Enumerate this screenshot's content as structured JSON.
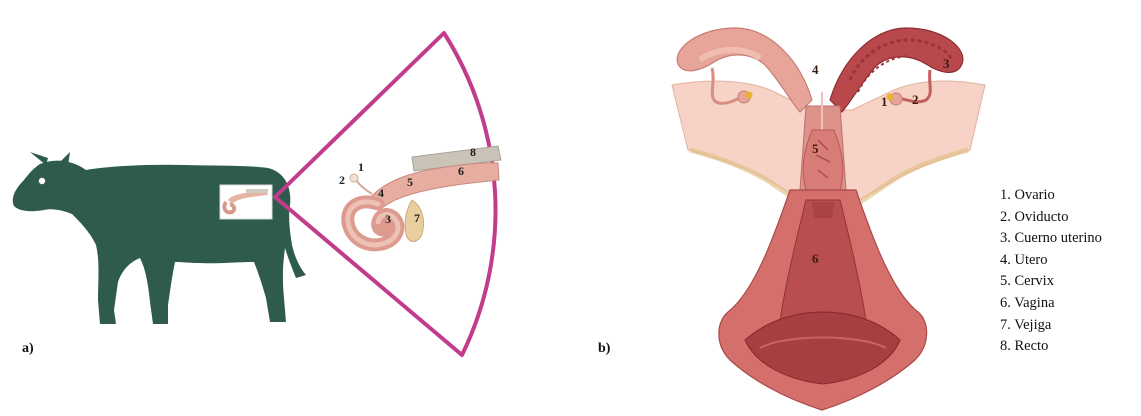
{
  "panel_a": {
    "label": "a)",
    "part_numbers": [
      "1",
      "2",
      "3",
      "4",
      "5",
      "6",
      "7",
      "8"
    ]
  },
  "panel_b": {
    "label": "b)",
    "part_numbers": [
      "1",
      "2",
      "3",
      "4",
      "5",
      "6"
    ]
  },
  "legend": [
    "1. Ovario",
    "2. Oviducto",
    "3. Cuerno uterino",
    "4. Utero",
    "5. Cervix",
    "6. Vagina",
    "7. Vejiga",
    "8. Recto"
  ],
  "colors": {
    "cow": "#2e5b4b",
    "wedge": "#c23c8d",
    "uterus_light": "#eab6a8",
    "uterus_mid": "#d9877c",
    "uterus_dark": "#b7464a",
    "vagina": "#b84e50",
    "rectum": "#c9c3b8",
    "bladder": "#e9ce9f",
    "ovary": "#e8b232"
  }
}
